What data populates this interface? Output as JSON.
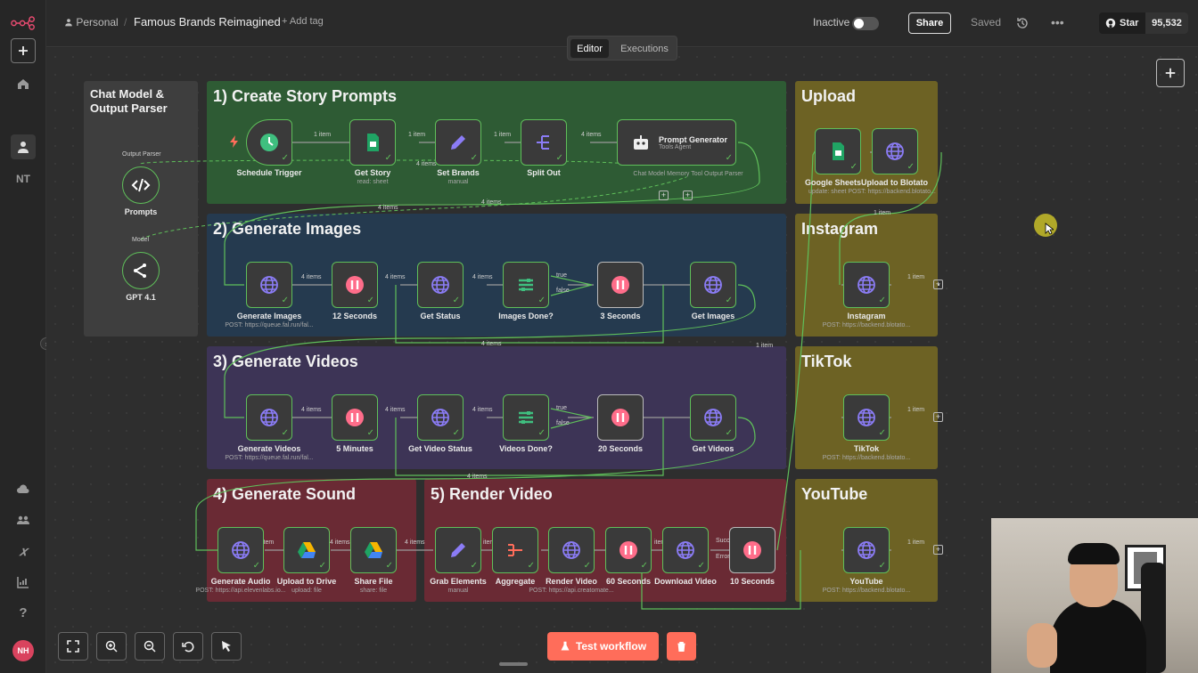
{
  "app": {
    "workspace": "Personal",
    "title": "Famous Brands Reimagined",
    "add_tag": "+ Add tag",
    "status": "Inactive",
    "share": "Share",
    "saved": "Saved",
    "star": "Star",
    "star_count": "95,532",
    "user_initials": "NH",
    "sidebar_user": "NT"
  },
  "tabs": {
    "editor": "Editor",
    "executions": "Executions"
  },
  "footer": {
    "test_workflow": "Test workflow"
  },
  "colors": {
    "green_section": "#2e5b34",
    "blue_section": "#253a4f",
    "purple_section": "#3d3456",
    "red_section": "#6a2a34",
    "yellow_section": "#6d6224",
    "gray_section": "#3e3e3e",
    "node_border": "#5fbf5a",
    "accent": "#ff6d5a"
  },
  "sections": {
    "chat": "Chat Model & Output Parser",
    "s1": "1) Create Story Prompts",
    "s2": "2) Generate Images",
    "s3": "3) Generate Videos",
    "s4": "4) Generate Sound",
    "s5": "5) Render Video",
    "upload": "Upload",
    "instagram": "Instagram",
    "tiktok": "TikTok",
    "youtube": "YouTube"
  },
  "nodes": {
    "prompts": {
      "label": "Prompts",
      "tag": "Output Parser"
    },
    "gpt": {
      "label": "GPT 4.1",
      "tag": "Model"
    },
    "schedule": {
      "label": "Schedule Trigger"
    },
    "get_story": {
      "label": "Get Story",
      "sub": "read: sheet"
    },
    "set_brands": {
      "label": "Set Brands",
      "sub": "manual"
    },
    "split_out": {
      "label": "Split Out"
    },
    "prompt_gen": {
      "label": "Prompt Generator",
      "sub": "Tools Agent",
      "ports": "Chat Model Memory  Tool Output Parser"
    },
    "gen_images": {
      "label": "Generate Images",
      "sub": "POST: https://queue.fal.run/fal..."
    },
    "sec12": {
      "label": "12 Seconds"
    },
    "get_status": {
      "label": "Get Status"
    },
    "images_done": {
      "label": "Images Done?"
    },
    "sec3": {
      "label": "3 Seconds"
    },
    "get_images": {
      "label": "Get Images"
    },
    "gen_videos": {
      "label": "Generate Videos",
      "sub": "POST: https://queue.fal.run/fal..."
    },
    "min5": {
      "label": "5 Minutes"
    },
    "get_video_status": {
      "label": "Get Video Status"
    },
    "videos_done": {
      "label": "Videos Done?"
    },
    "sec20": {
      "label": "20 Seconds"
    },
    "get_videos": {
      "label": "Get Videos"
    },
    "gen_audio": {
      "label": "Generate Audio",
      "sub": "POST: https://api.elevenlabs.io..."
    },
    "upload_drive": {
      "label": "Upload to Drive",
      "sub": "upload: file"
    },
    "share_file": {
      "label": "Share File",
      "sub": "share: file"
    },
    "grab_elements": {
      "label": "Grab Elements",
      "sub": "manual"
    },
    "aggregate": {
      "label": "Aggregate"
    },
    "render_video": {
      "label": "Render Video",
      "sub": "POST: https://api.creatomate..."
    },
    "sec60": {
      "label": "60 Seconds"
    },
    "download_video": {
      "label": "Download Video"
    },
    "sec10": {
      "label": "10 Seconds"
    },
    "google_sheets": {
      "label": "Google SheetsUpload to Blotato",
      "sub": "update: sheet POST: https://backend.blotato..."
    },
    "instagram": {
      "label": "Instagram",
      "sub": "POST: https://backend.blotato..."
    },
    "tiktok": {
      "label": "TikTok",
      "sub": "POST: https://backend.blotato..."
    },
    "youtube": {
      "label": "YouTube",
      "sub": "POST: https://backend.blotato..."
    }
  },
  "edge_labels": {
    "one": "1 item",
    "four": "4 items",
    "true": "true",
    "false": "false",
    "success": "Success",
    "error": "Error",
    "item": "item"
  }
}
